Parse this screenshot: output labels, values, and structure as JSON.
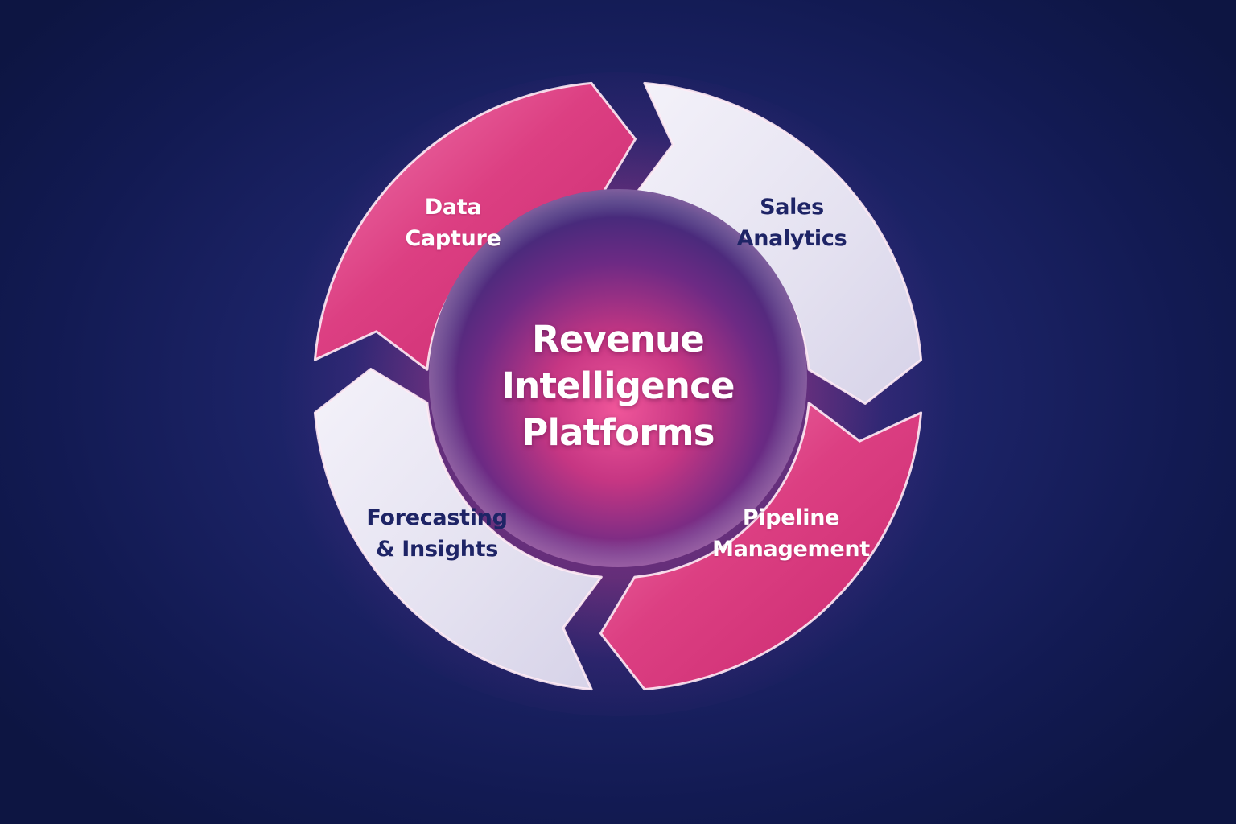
{
  "center": {
    "line1": "Revenue",
    "line2": "Intelligence",
    "line3": "Platforms"
  },
  "segments": [
    {
      "line1": "Data",
      "line2": "Capture",
      "fill": "#d93a7e"
    },
    {
      "line1": "Sales",
      "line2": "Analytics",
      "fill": "#e6e4f2"
    },
    {
      "line1": "Pipeline",
      "line2": "Management",
      "fill": "#d93a7e"
    },
    {
      "line1": "Forecasting",
      "line2": "& Insights",
      "fill": "#e6e4f2"
    }
  ],
  "colors": {
    "background": "#141c55",
    "accent_pink": "#d93a7e",
    "light_segment": "#e6e4f2",
    "dark_text": "#1e2466",
    "light_text": "#ffffff"
  }
}
